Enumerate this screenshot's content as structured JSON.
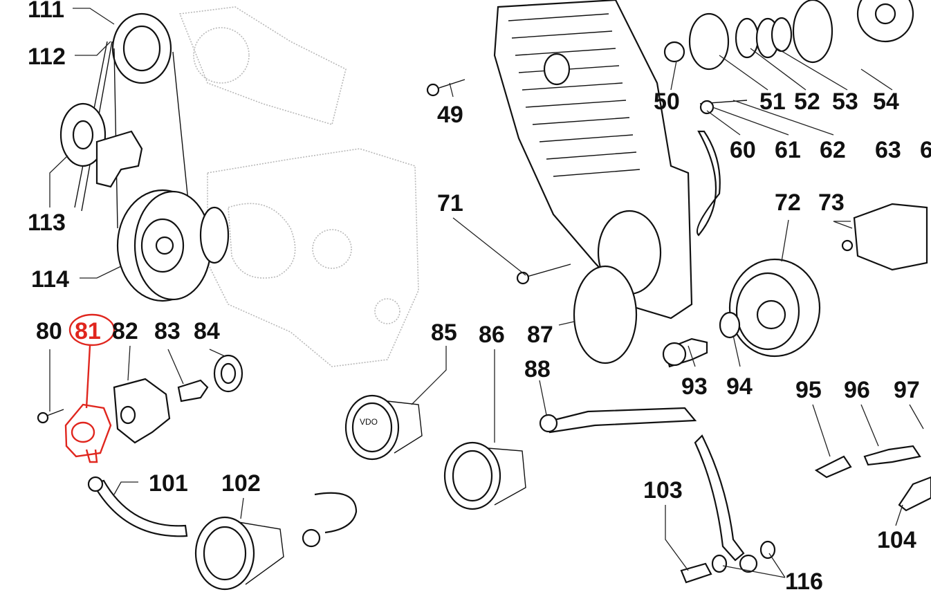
{
  "accent_color": "#e0261e",
  "callouts": {
    "c111": "111",
    "c112": "112",
    "c113": "113",
    "c114": "114",
    "c49": "49",
    "c50": "50",
    "c51": "51",
    "c52": "52",
    "c53": "53",
    "c54": "54",
    "c60": "60",
    "c61": "61",
    "c62": "62",
    "c63": "63",
    "c6x": "6",
    "c71": "71",
    "c72": "72",
    "c73": "73",
    "c80": "80",
    "c81": "81",
    "c82": "82",
    "c83": "83",
    "c84": "84",
    "c85": "85",
    "c86": "86",
    "c87": "87",
    "c88": "88",
    "c93": "93",
    "c94": "94",
    "c95": "95",
    "c96": "96",
    "c97": "97",
    "c101": "101",
    "c102": "102",
    "c103": "103",
    "c104": "104",
    "c116": "116"
  },
  "highlighted_part": "81",
  "gauge_brand": "VDO"
}
